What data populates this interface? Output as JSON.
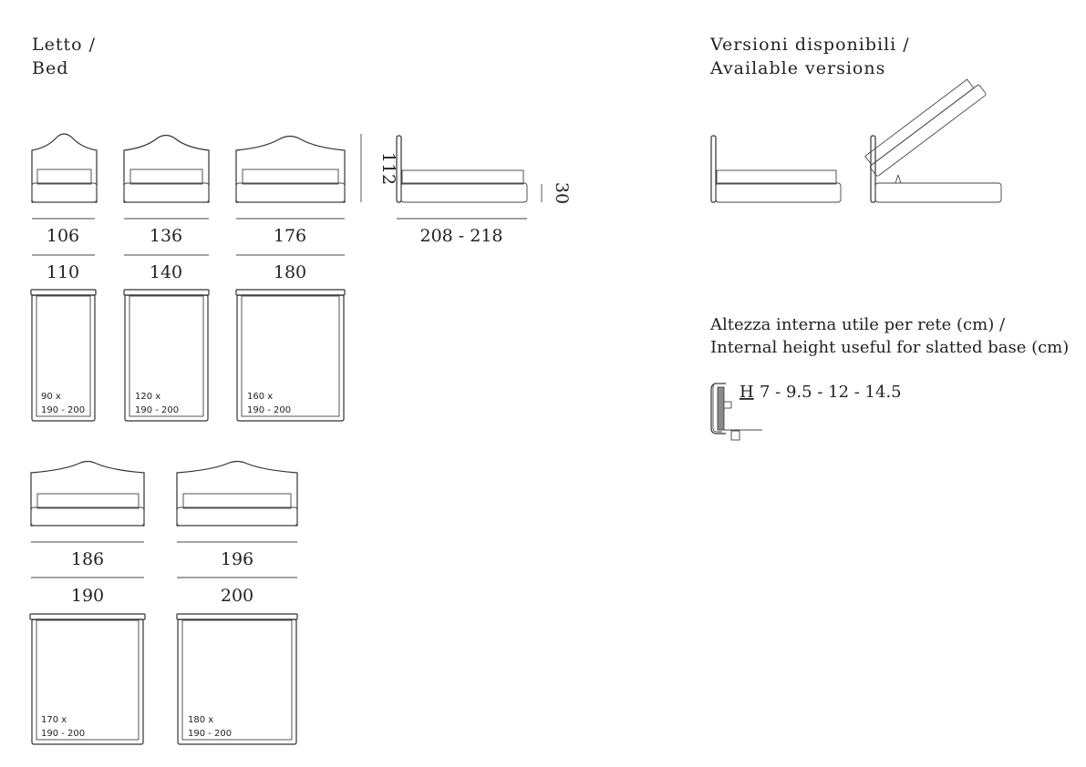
{
  "headings": {
    "bed_it": "Letto /",
    "bed_en": "Bed",
    "versions_it": "Versioni disponibili /",
    "versions_en": "Available versions",
    "internal_height_it": "Altezza interna utile per rete (cm) /",
    "internal_height_en": "Internal height useful for slatted base (cm)"
  },
  "beds_row1": [
    {
      "outer_width": "106",
      "width": "110",
      "mattress_line1": "90 x",
      "mattress_line2": "190 - 200"
    },
    {
      "outer_width": "136",
      "width": "140",
      "mattress_line1": "120 x",
      "mattress_line2": "190 - 200"
    },
    {
      "outer_width": "176",
      "width": "180",
      "mattress_line1": "160 x",
      "mattress_line2": "190 - 200"
    }
  ],
  "beds_row2": [
    {
      "outer_width": "186",
      "width": "190",
      "mattress_line1": "170 x",
      "mattress_line2": "190 - 200"
    },
    {
      "outer_width": "196",
      "width": "200",
      "mattress_line1": "180 x",
      "mattress_line2": "190 - 200"
    }
  ],
  "side_view": {
    "height_total": "112",
    "height_frame": "30",
    "length": "208 - 218"
  },
  "internal_height": {
    "symbol": "H",
    "values": "7 - 9.5 - 12 - 14.5"
  }
}
